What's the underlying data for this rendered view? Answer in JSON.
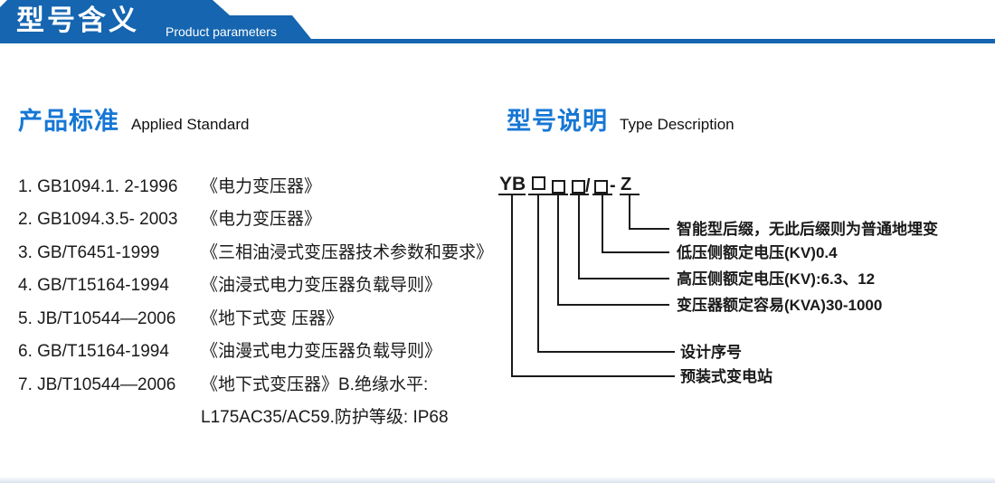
{
  "banner": {
    "title": "型号含义",
    "subtitle": "Product parameters",
    "bg_color": "#1565b0"
  },
  "left": {
    "heading": "产品标准",
    "heading_en": "Applied Standard",
    "items": [
      {
        "code": "1. GB1094.1. 2-1996",
        "title": "《电力变压器》"
      },
      {
        "code": "2. GB1094.3.5- 2003",
        "title": "《电力变压器》"
      },
      {
        "code": "3. GB/T6451-1999",
        "title": "《三相油浸式变压器技术参数和要求》"
      },
      {
        "code": "4. GB/T15164-1994",
        "title": "《油浸式电力变压器负载导则》"
      },
      {
        "code": "5. JB/T10544—2006",
        "title": "《地下式变 压器》"
      },
      {
        "code": "6. GB/T15164-1994",
        "title": "《油漫式电力变压器负载导则》"
      },
      {
        "code": "7. JB/T10544—2006",
        "title": "《地下式变压器》B.绝缘水平:"
      },
      {
        "code": "",
        "title": "L175AC35/AC59.防护等级: IP68"
      }
    ]
  },
  "right": {
    "heading": "型号说明",
    "heading_en": "Type Description",
    "model": {
      "prefix": "YB",
      "slash": "/",
      "dash": "-",
      "suffix": "Z"
    },
    "labels": [
      "智能型后缀，无此后缀则为普通地埋变",
      "低压侧额定电压(KV)0.4",
      "高压侧额定电压(KV):6.3、12",
      "变压器额定容易(KVA)30-1000",
      "设计序号",
      "预装式变电站"
    ]
  },
  "colors": {
    "banner_blue": "#1565b0",
    "heading_blue": "#1677d4",
    "line_black": "#1a1a1a"
  }
}
